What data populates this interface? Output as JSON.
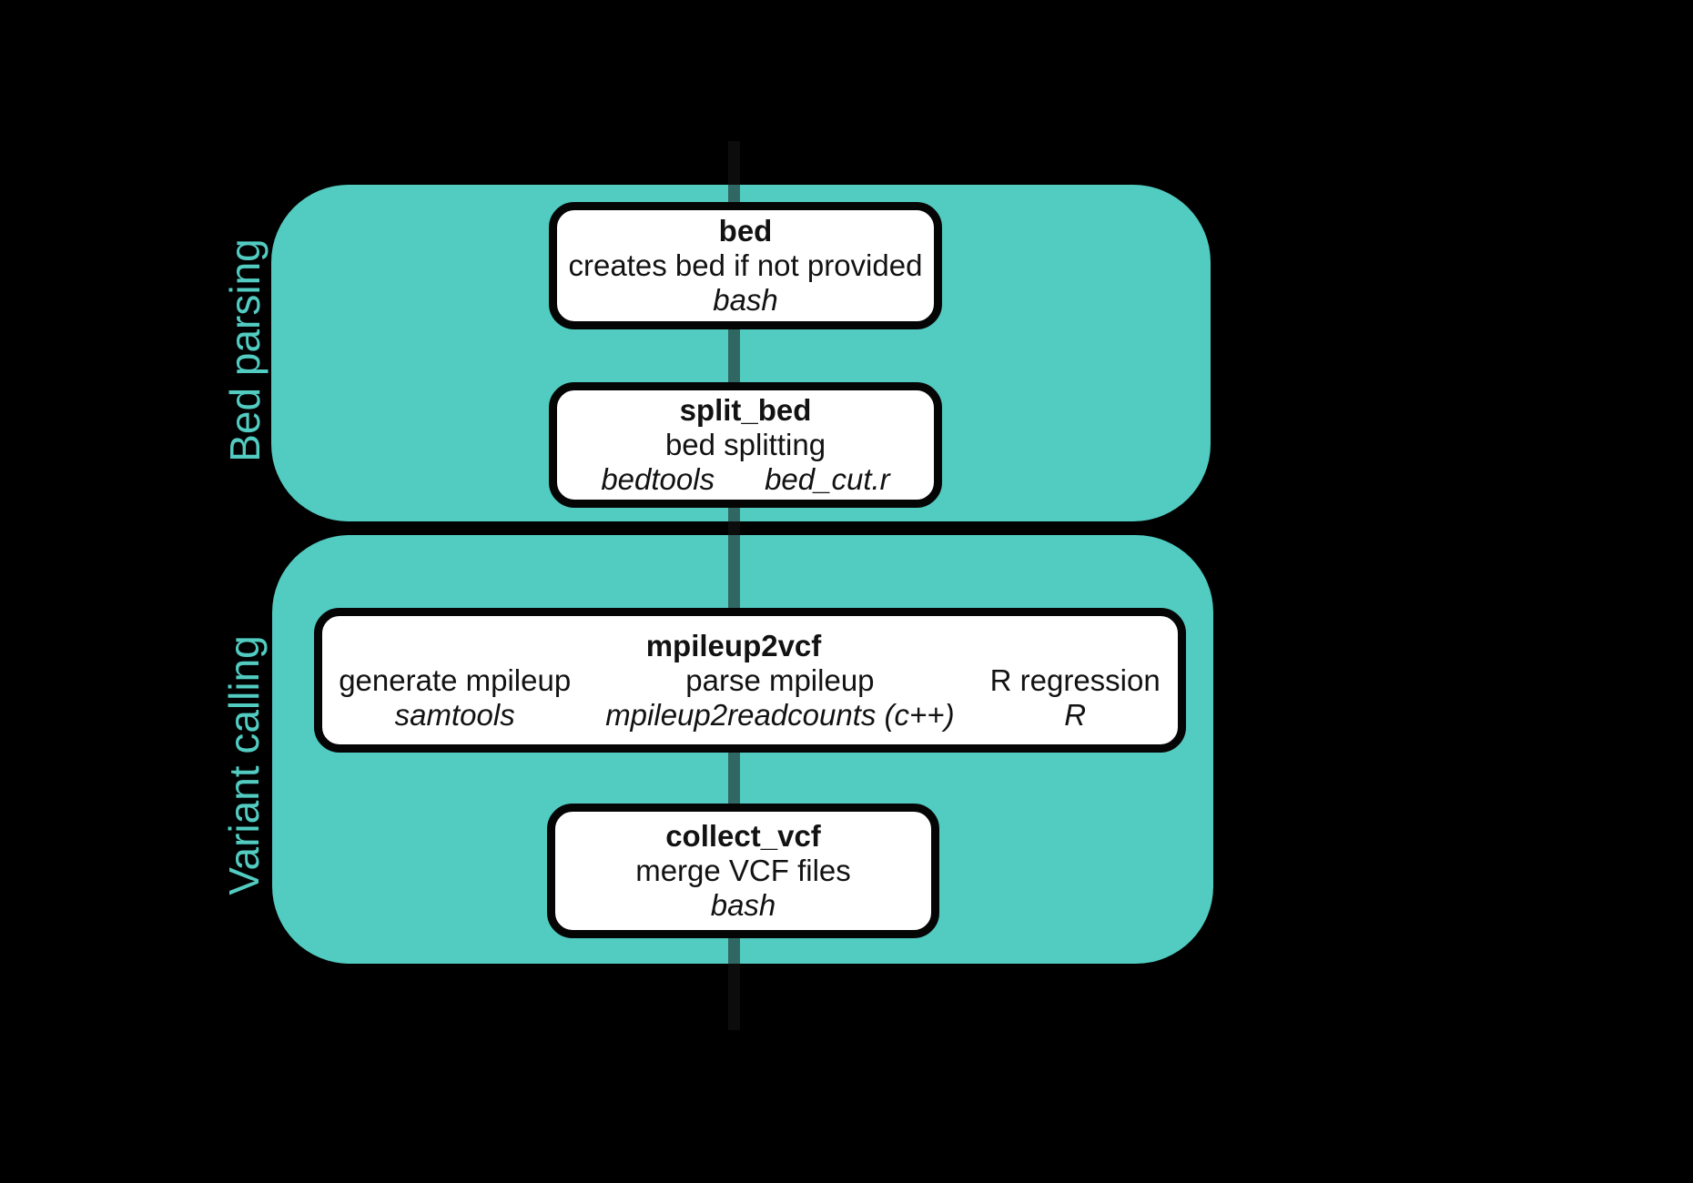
{
  "diagram": {
    "colors": {
      "background": "#000000",
      "group_fill": "#52cbc1",
      "label_color": "#52cbc1",
      "node_fill": "#ffffff",
      "node_border": "#050505",
      "edge": "rgba(22,22,22,0.55)",
      "text": "#121212"
    },
    "groups": [
      {
        "label": "Bed parsing"
      },
      {
        "label": "Variant calling"
      }
    ],
    "nodes": {
      "bed": {
        "title": "bed",
        "description": "creates bed if not provided",
        "tool": "bash"
      },
      "split_bed": {
        "title": "split_bed",
        "description": "bed splitting",
        "tools": [
          "bedtools",
          "bed_cut.r"
        ]
      },
      "mpileup2vcf": {
        "title": "mpileup2vcf",
        "columns": [
          {
            "description": "generate mpileup",
            "tool": "samtools"
          },
          {
            "description": "parse mpileup",
            "tool": "mpileup2readcounts (c++)"
          },
          {
            "description": "R regression",
            "tool": "R"
          }
        ]
      },
      "collect_vcf": {
        "title": "collect_vcf",
        "description": "merge VCF files",
        "tool": "bash"
      }
    }
  }
}
